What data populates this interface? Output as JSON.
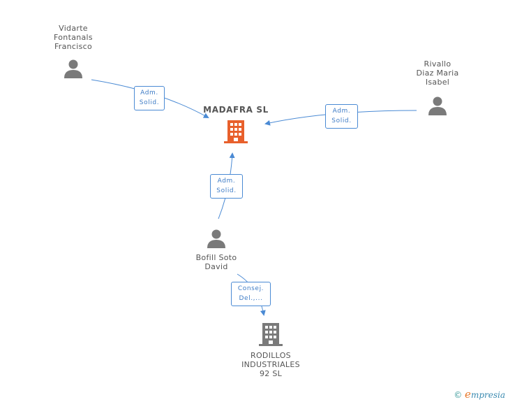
{
  "nodes": {
    "madafra": {
      "label": "MADAFRA SL"
    },
    "vidarte": {
      "label": "Vidarte\nFontanals\nFrancisco"
    },
    "rivallo": {
      "label": "Rivallo\nDiaz Maria\nIsabel"
    },
    "bofill": {
      "label": "Bofill Soto\nDavid"
    },
    "rodillos": {
      "label": "RODILLOS\nINDUSTRIALES\n92 SL"
    }
  },
  "edges": {
    "vidarte_madafra": "Adm.\nSolid.",
    "rivallo_madafra": "Adm.\nSolid.",
    "bofill_madafra": "Adm.\nSolid.",
    "bofill_rodillos": "Consej.\nDel.,..."
  },
  "colors": {
    "edge": "#4a8ad4",
    "main_company": "#e8602c",
    "company": "#7a7a7a",
    "person": "#7a7a7a"
  },
  "footer": {
    "copyright_symbol": "©",
    "brand_e": "e",
    "brand_rest": "mpresia"
  }
}
